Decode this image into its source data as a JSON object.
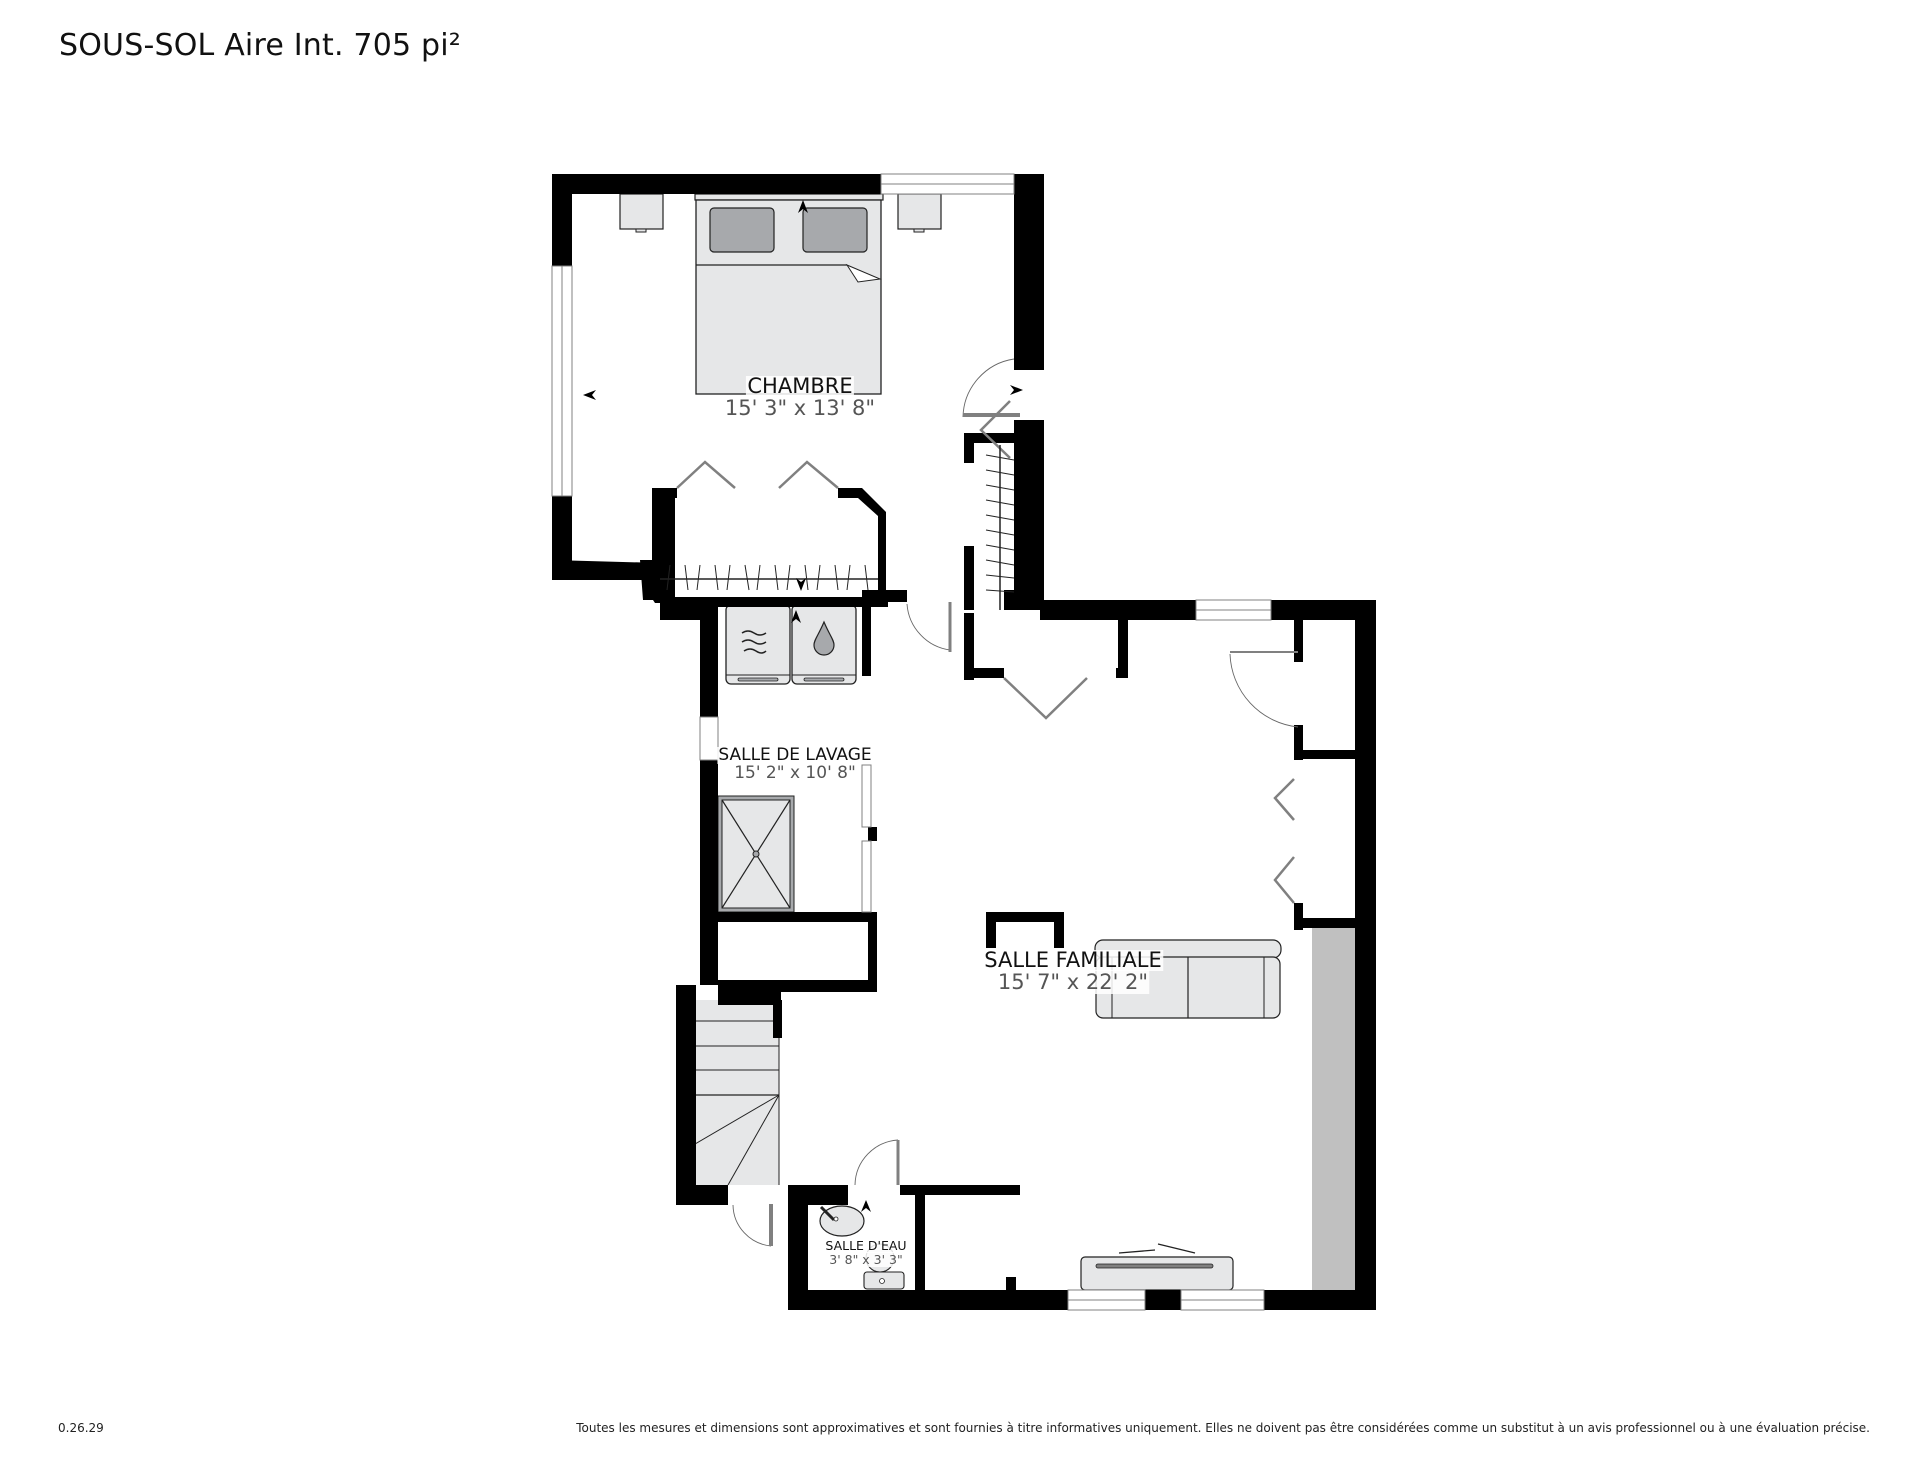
{
  "header": {
    "title": "SOUS-SOL Aire Int. 705 pi²"
  },
  "footer": {
    "version": "0.26.29",
    "disclaimer": "Toutes les mesures et dimensions sont approximatives et sont fournies à titre informatives uniquement. Elles ne doivent pas être considérées comme un substitut à un avis professionnel ou à une évaluation précise."
  },
  "colors": {
    "wall": "#000000",
    "fixture_fill": "#e6e7e8",
    "fixture_dark": "#a7a9ac",
    "door_leaf": "#808080",
    "accent_gray": "#c0c0c0",
    "background": "#ffffff"
  },
  "rooms": [
    {
      "id": "chambre",
      "name": "CHAMBRE",
      "dimensions": "15' 3\" x 13' 8\""
    },
    {
      "id": "salle-de-lavage",
      "name": "SALLE DE LAVAGE",
      "dimensions": "15' 2\" x 10' 8\""
    },
    {
      "id": "salle-familiale",
      "name": "SALLE FAMILIALE",
      "dimensions": "15' 7\" x 22' 2\""
    },
    {
      "id": "salle-deau",
      "name": "SALLE D'EAU",
      "dimensions": "3' 8\" x 3' 3\""
    }
  ],
  "fixtures": {
    "icons": [
      "bed-icon",
      "nightstand-icon",
      "washer-icon",
      "dryer-icon",
      "shower-icon",
      "sofa-icon",
      "tv-console-icon",
      "toilet-icon",
      "sink-icon",
      "stairs-icon",
      "closet-rod-icon"
    ]
  }
}
